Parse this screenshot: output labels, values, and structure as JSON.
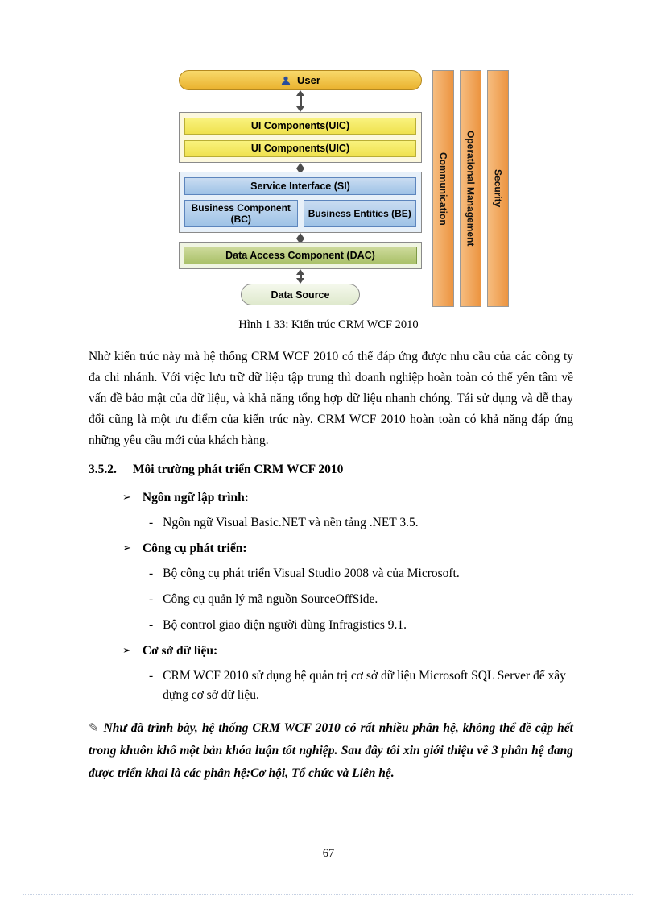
{
  "diagram": {
    "user": "User",
    "uic_bars": [
      "UI Components(UIC)",
      "UI Components(UIC)"
    ],
    "service_interface": "Service Interface (SI)",
    "business_component": "Business Component (BC)",
    "business_entities": "Business Entities (BE)",
    "dac": "Data Access Component (DAC)",
    "data_source": "Data Source",
    "side_bars": [
      "Communication",
      "Operational Management",
      "Security"
    ],
    "icons": {
      "user": "person-silhouette",
      "note": "pencil-writing"
    },
    "colors": {
      "user_fill": "#eab22e",
      "uic_fill": "#f3e95e",
      "blue_fill": "#a9c9ea",
      "dac_fill": "#b3c974",
      "side_fill": "#ee9a4a",
      "arrow": "#4d4d4d"
    }
  },
  "caption": "Hình  1 33: Kiến trúc CRM WCF 2010",
  "body": {
    "paragraph": "Nhờ kiến trúc này mà hệ thống CRM WCF 2010 có thể đáp ứng được nhu cầu của các công ty đa chi nhánh. Với việc lưu trữ dữ liệu tập trung thì doanh nghiệp hoàn toàn có thể yên tâm về vấn đề bảo mật của dữ liệu, và khả năng tổng hợp dữ liệu nhanh chóng. Tái sử dụng và dễ thay đổi cũng là một ưu điểm của kiến trúc này. CRM WCF 2010 hoàn toàn có khả năng đáp ứng những yêu cầu mới của khách hàng.",
    "section_number": "3.5.2.",
    "section_title": "Môi trường phát triển CRM WCF 2010",
    "bullets": [
      {
        "label": "Ngôn ngữ lập trình:",
        "items": [
          "Ngôn ngữ Visual Basic.NET và nền tảng .NET 3.5."
        ]
      },
      {
        "label": "Công cụ phát triển:",
        "items": [
          "Bộ công cụ phát triển Visual Studio 2008 và của Microsoft.",
          "Công cụ quản lý mã nguồn SourceOffSide.",
          "Bộ control giao diện người dùng Infragistics 9.1."
        ]
      },
      {
        "label": "Cơ sở dữ liệu:",
        "items": [
          "CRM WCF 2010 sử dụng hệ quản trị cơ sở dữ liệu Microsoft SQL Server để xây dựng cơ sở dữ liệu."
        ]
      }
    ],
    "note": "Như đã trình bày, hệ thống CRM  WCF  2010 có rất nhiều phân hệ, không thể đề cập hết  trong khuôn khổ một bản khóa luận tốt nghiệp. Sau đây tôi xin giới thiệu về 3 phân hệ đang được triển khai là các phân hệ:Cơ hội, Tổ chức và Liên hệ."
  },
  "footer": {
    "page_number": "67"
  }
}
